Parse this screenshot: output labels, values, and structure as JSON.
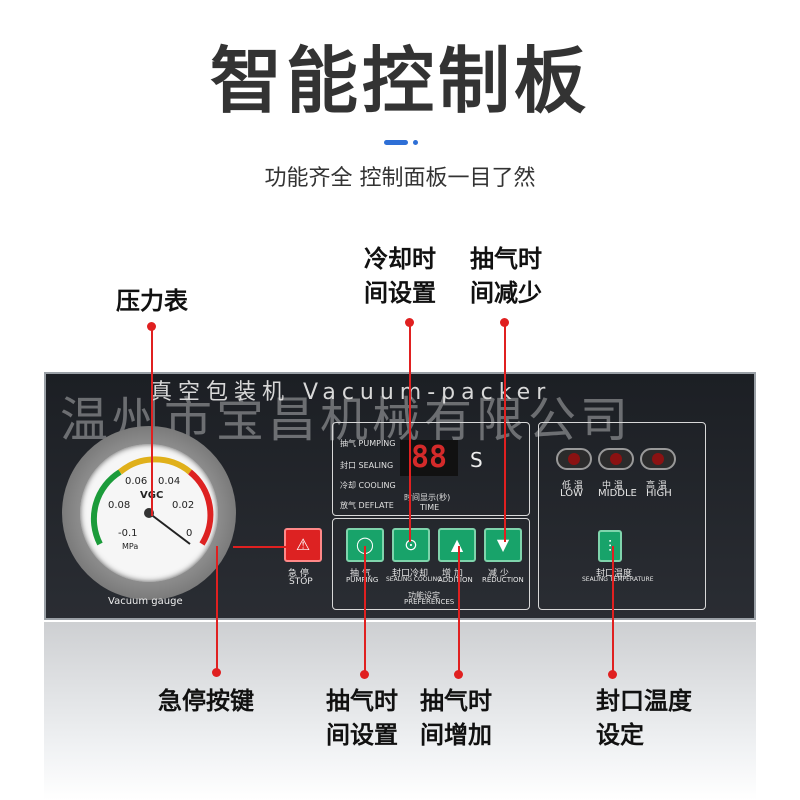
{
  "header": {
    "title": "智能控制板",
    "subtitle": "功能齐全 控制面板一目了然"
  },
  "callouts": {
    "pressure_gauge": "压力表",
    "cooling_time_line1": "冷却时",
    "cooling_time_line2": "间设置",
    "pump_reduce_line1": "抽气时",
    "pump_reduce_line2": "间减少",
    "emergency_stop": "急停按键",
    "pump_set_line1": "抽气时",
    "pump_set_line2": "间设置",
    "pump_add_line1": "抽气时",
    "pump_add_line2": "间增加",
    "seal_temp_line1": "封口温度",
    "seal_temp_line2": "设定"
  },
  "panel": {
    "title": "真空包装机 Vacuum-packer",
    "watermark": "温州市宝昌机械有限公司",
    "gauge": {
      "brand": "VGC",
      "unit": "MPa",
      "caption": "Vacuum gauge",
      "ticks": [
        "0.06",
        "0.04",
        "0.08",
        "0.02",
        "-0.1",
        "0"
      ]
    },
    "stop": {
      "cn": "急 停",
      "en": "STOP"
    },
    "status": [
      "抽气 PUMPING",
      "封口 SEALING",
      "冷却 COOLING",
      "放气 DEFLATE"
    ],
    "display": {
      "value": "88",
      "unit": "S",
      "cn": "时间显示(秒)",
      "en": "TIME"
    },
    "buttons": [
      {
        "cn": "抽   气",
        "en": "PUMPING"
      },
      {
        "cn": "封口冷却",
        "en": "SEALING COOLING"
      },
      {
        "cn": "增   加",
        "en": "ADDITION"
      },
      {
        "cn": "减   少",
        "en": "REDUCTION"
      }
    ],
    "function_label": {
      "cn": "功能设定",
      "en": "PREFERENCES"
    },
    "temps": [
      {
        "cn": "低 温",
        "en": "LOW"
      },
      {
        "cn": "中 温",
        "en": "MIDDLE"
      },
      {
        "cn": "高 温",
        "en": "HIGH"
      }
    ],
    "seal_temp": {
      "cn": "封口温度",
      "en": "SEALING TEMPERATURE"
    }
  }
}
